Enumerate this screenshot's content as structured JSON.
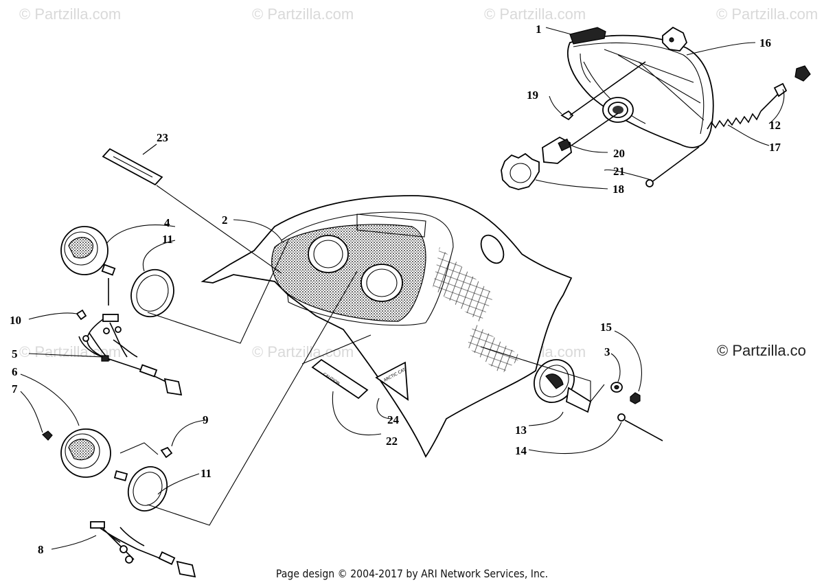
{
  "watermarks": {
    "top": [
      "© Partzilla.com",
      "© Partzilla.com",
      "© Partzilla.com",
      "© Partzilla.com"
    ],
    "middle": [
      "© Partzilla.com",
      "© Partzilla.com",
      "© Partzilla.com"
    ],
    "side": "© Partzilla.co"
  },
  "footer": {
    "credit": "Page design © 2004-2017 by ARI Network Services, Inc."
  },
  "decals": {
    "caution": "CAUTION",
    "warning": "ARCTIC CAT"
  },
  "callouts": {
    "c1": "1",
    "c2": "2",
    "c3": "3",
    "c4": "4",
    "c5": "5",
    "c6": "6",
    "c7": "7",
    "c8": "8",
    "c9": "9",
    "c10": "10",
    "c11a": "11",
    "c11b": "11",
    "c12": "12",
    "c13": "13",
    "c14": "14",
    "c15": "15",
    "c16": "16",
    "c17": "17",
    "c18": "18",
    "c19": "19",
    "c20": "20",
    "c21": "21",
    "c22": "22",
    "c23": "23",
    "c24": "24"
  },
  "colors": {
    "line": "#000000",
    "watermark": "#d9d9d9",
    "background": "#ffffff"
  }
}
